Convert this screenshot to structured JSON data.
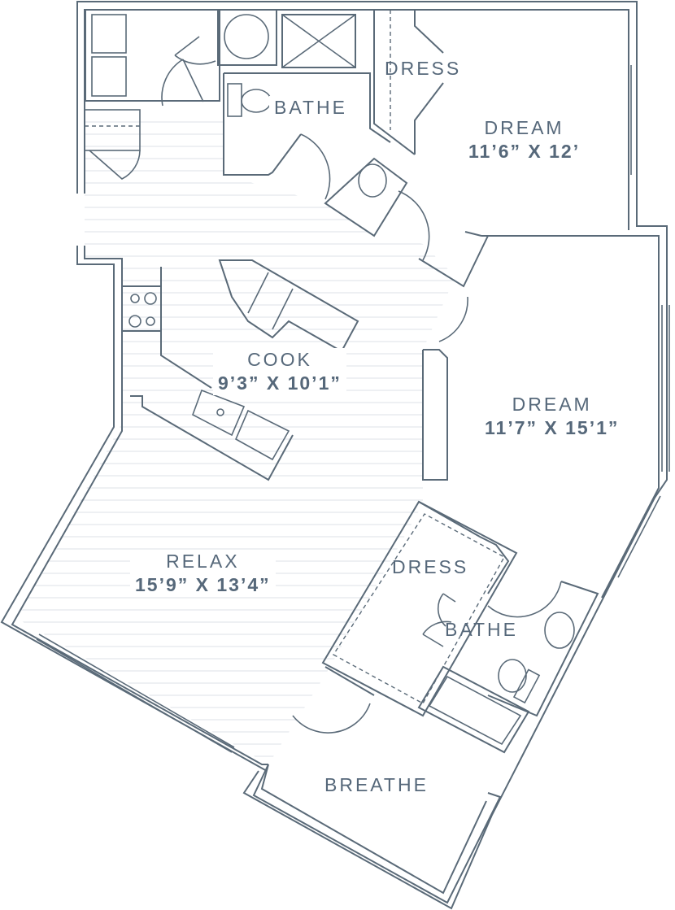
{
  "floorplan": {
    "line_color": "#5a6a78",
    "text_color": "#56687a",
    "floor_line_color": "#dde2e7",
    "rooms": [
      {
        "id": "bathe-1",
        "name": "BATHE",
        "dimensions": ""
      },
      {
        "id": "dress-1",
        "name": "DRESS",
        "dimensions": ""
      },
      {
        "id": "dream-1",
        "name": "DREAM",
        "dimensions": "11’6” X 12’"
      },
      {
        "id": "cook",
        "name": "COOK",
        "dimensions": "9’3” X 10’1”"
      },
      {
        "id": "dream-2",
        "name": "DREAM",
        "dimensions": "11’7” X 15’1”"
      },
      {
        "id": "relax",
        "name": "RELAX",
        "dimensions": "15’9” X 13’4”"
      },
      {
        "id": "dress-2",
        "name": "DRESS",
        "dimensions": ""
      },
      {
        "id": "bathe-2",
        "name": "BATHE",
        "dimensions": ""
      },
      {
        "id": "breathe",
        "name": "BREATHE",
        "dimensions": ""
      }
    ]
  }
}
